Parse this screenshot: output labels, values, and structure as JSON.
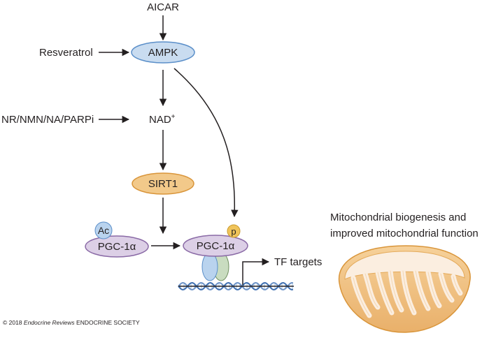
{
  "nodes": {
    "aicar": "AICAR",
    "resveratrol": "Resveratrol",
    "ampk": "AMPK",
    "nad_precursors": "NR/NMN/NA/PARPi",
    "nad": "NAD",
    "nad_sup": "+",
    "sirt1": "SIRT1",
    "pgc1a_left": "PGC-1α",
    "acetyl": "Ac",
    "pgc1a_right": "PGC-1α",
    "phospho": "p",
    "tf_targets": "TF targets"
  },
  "outcome": {
    "line1": "Mitochondrial biogenesis and",
    "line2": "improved mitochondrial function"
  },
  "copyright": {
    "prefix": "© 2018 ",
    "journal": "Endocrine Reviews",
    "suffix": " ENDOCRINE SOCIETY"
  },
  "colors": {
    "ampk_fill": "#c9dcf0",
    "ampk_stroke": "#5b8fc9",
    "sirt1_fill": "#f2c98a",
    "sirt1_stroke": "#d9953a",
    "pgc_fill": "#dccfe6",
    "pgc_stroke": "#8a6aa6",
    "ac_fill": "#b9d3ee",
    "p_fill": "#f0c45a",
    "tf_blue": "#b9d3ee",
    "tf_green": "#c9dcc0",
    "mito_outer": "#f3c88c",
    "mito_inner": "#fbeee0"
  }
}
